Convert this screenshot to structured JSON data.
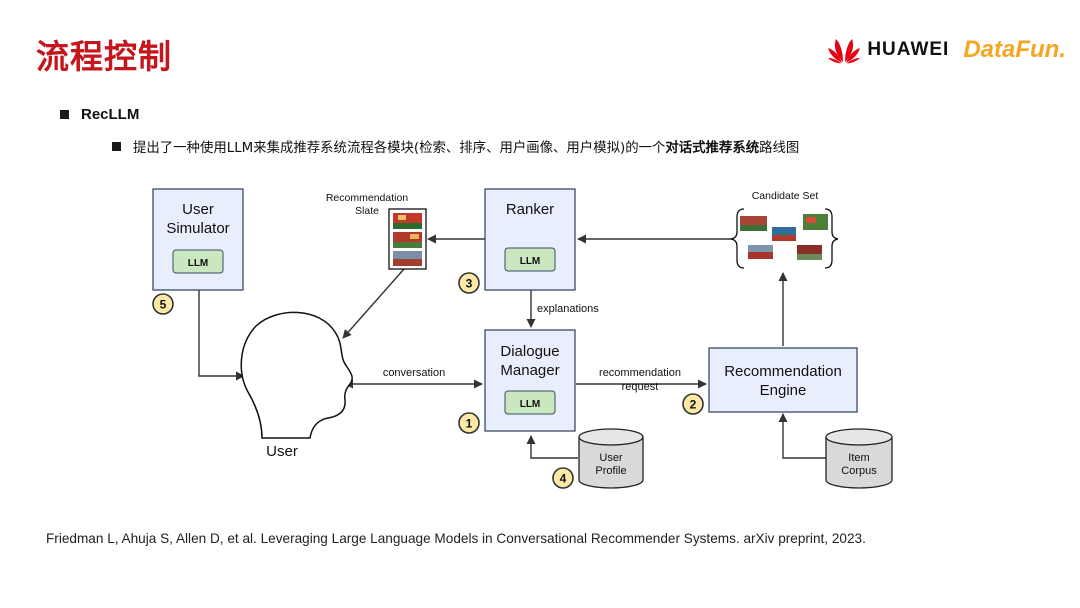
{
  "header": {
    "title": "流程控制",
    "title_color": "#c4161c",
    "logos": {
      "huawei": "HUAWEI",
      "datafun": "DataFun."
    }
  },
  "bullets": {
    "main": "RecLLM",
    "sub_prefix": "提出了一种使用LLM来集成推荐系统流程各模块(检索、排序、用户画像、用户模拟)的一个",
    "sub_bold": "对话式推荐系统",
    "sub_suffix": "路线图"
  },
  "diagram": {
    "box_fill": "#e8eefb",
    "box_stroke": "#3b4a66",
    "llm_fill": "#c9e8bf",
    "badge_fill": "#fde9a6",
    "user_simulator": {
      "line1": "User",
      "line2": "Simulator",
      "llm": "LLM",
      "step": "5"
    },
    "ranker": {
      "title": "Ranker",
      "llm": "LLM",
      "step": "3"
    },
    "dialogue_manager": {
      "line1": "Dialogue",
      "line2": "Manager",
      "llm": "LLM",
      "step": "1"
    },
    "recommendation_engine": {
      "line1": "Recommendation",
      "line2": "Engine",
      "step": "2"
    },
    "user_profile": {
      "line1": "User",
      "line2": "Profile",
      "step": "4"
    },
    "item_corpus": {
      "line1": "Item",
      "line2": "Corpus"
    },
    "user": {
      "label": "User"
    },
    "recommendation_slate": {
      "line1": "Recommendation",
      "line2": "Slate"
    },
    "candidate_set": {
      "label": "Candidate Set"
    },
    "edges": {
      "explanations": "explanations",
      "conversation": "conversation",
      "rec_request_1": "recommendation",
      "rec_request_2": "request"
    }
  },
  "citation": "Friedman L, Ahuja S, Allen D, et al. Leveraging Large Language Models in Conversational Recommender Systems. arXiv preprint, 2023."
}
